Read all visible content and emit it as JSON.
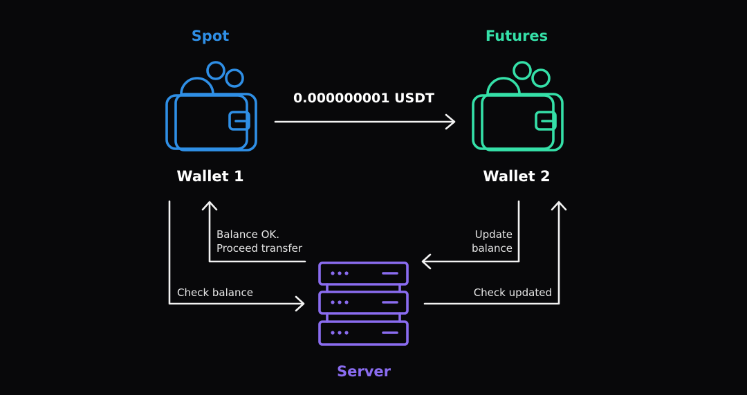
{
  "colors": {
    "background": "#08080a",
    "spot": "#2f8fe6",
    "futures": "#35e0a8",
    "server": "#8a6cf0",
    "arrows": "#f2f2f2",
    "text": "#ffffff"
  },
  "spot": {
    "title": "Spot",
    "icon": "wallet-icon",
    "name": "Wallet 1"
  },
  "futures": {
    "title": "Futures",
    "icon": "wallet-icon",
    "name": "Wallet 2"
  },
  "transfer": {
    "amount": "0.000000001 USDT"
  },
  "server": {
    "title": "Server",
    "icon": "server-icon"
  },
  "flows": {
    "check_balance": "Check balance",
    "balance_ok_line1": "Balance OK.",
    "balance_ok_line2": "Proceed transfer",
    "update_line1": "Update",
    "update_line2": "balance",
    "check_updated": "Check updated"
  }
}
